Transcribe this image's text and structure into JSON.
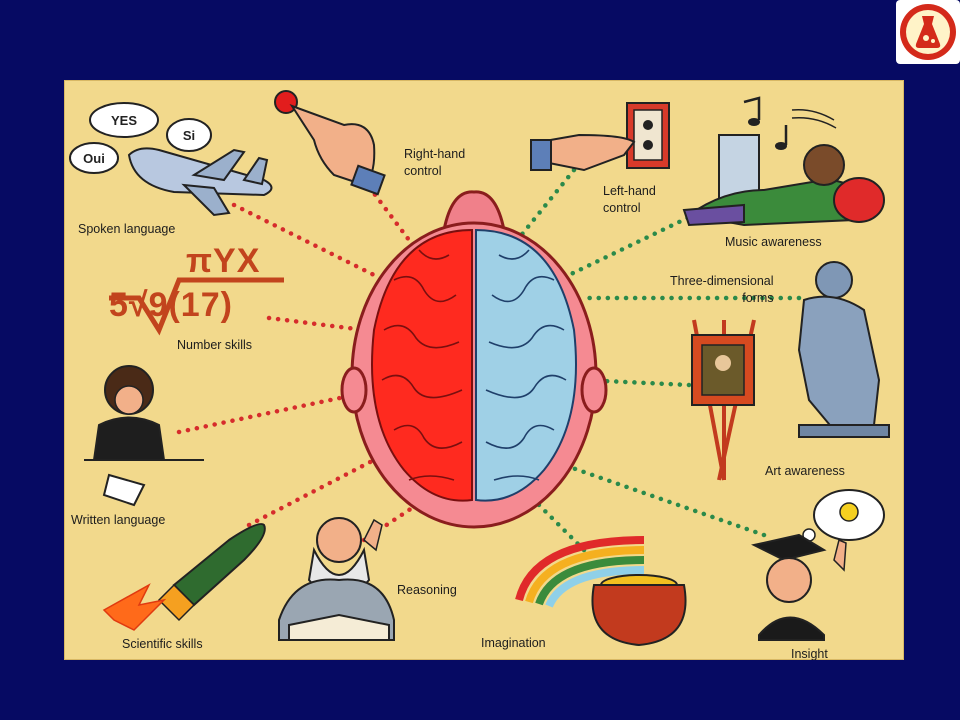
{
  "colors": {
    "background": "#060a63",
    "poster": "#f2d98c",
    "left_hemisphere": "#ff2a1f",
    "right_hemisphere": "#9fd0e6",
    "connector_red": "#d62c2c",
    "connector_green": "#2b8a4a"
  },
  "logo": {
    "icon": "flask-emblem-icon"
  },
  "labels": {
    "spoken_language": "Spoken language",
    "right_hand": "Right-hand\ncontrol",
    "left_hand": "Left-hand\ncontrol",
    "music": "Music awareness",
    "three_d": "Three-dimensional\nforms",
    "number_skills": "Number skills",
    "written_language": "Written language",
    "art": "Art awareness",
    "scientific": "Scientific skills",
    "reasoning": "Reasoning",
    "imagination": "Imagination",
    "insight": "Insight"
  },
  "bubbles": {
    "yes": "YES",
    "si": "Si",
    "oui": "Oui"
  },
  "math": {
    "top": "πYX",
    "bottom": "5√9(17)"
  }
}
